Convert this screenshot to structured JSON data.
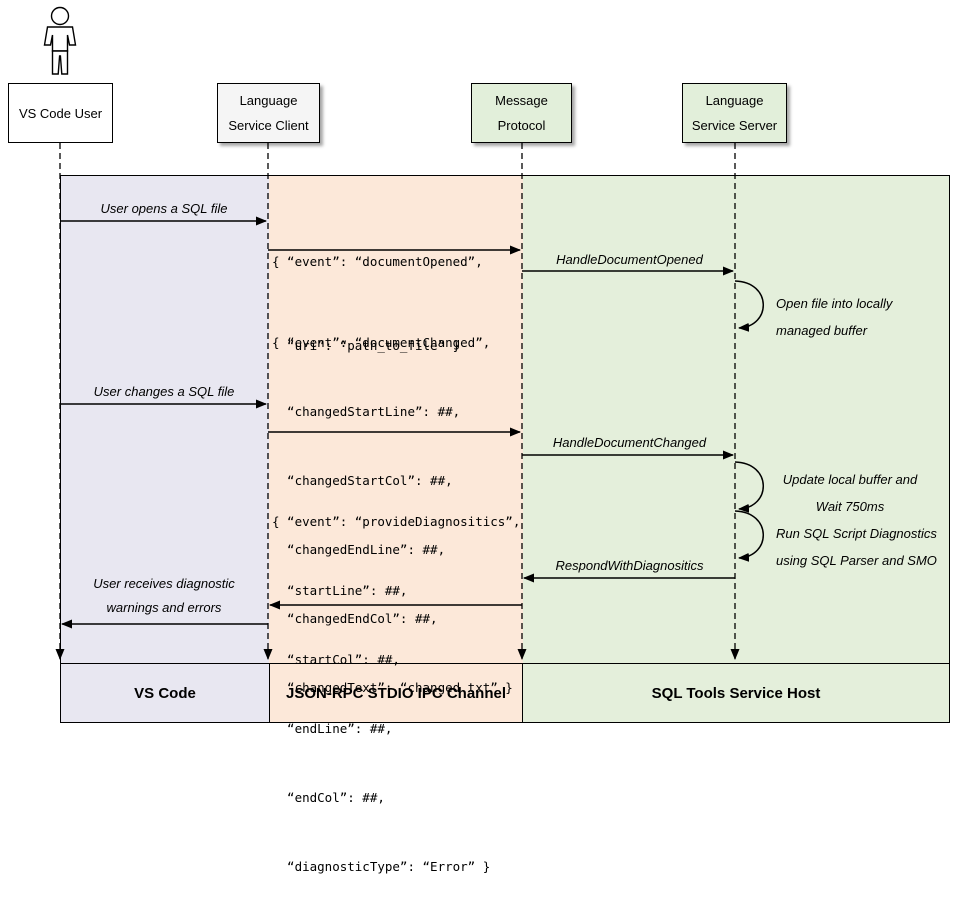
{
  "participants": [
    {
      "lines": [
        "VS Code User"
      ]
    },
    {
      "lines": [
        "Language",
        "Service Client"
      ]
    },
    {
      "lines": [
        "Message",
        "Protocol"
      ]
    },
    {
      "lines": [
        "Language",
        "Service Server"
      ]
    }
  ],
  "lanes": [
    {
      "label": "VS Code"
    },
    {
      "label": "JSON-RPC STDIO IPC Channel"
    },
    {
      "label": "SQL Tools Service Host"
    }
  ],
  "messages": {
    "user_opens": "User opens a SQL file",
    "handle_document_opened": "HandleDocumentOpened",
    "user_changes": "User changes a SQL file",
    "handle_document_changed": "HandleDocumentChanged",
    "respond_with_diagnostics": "RespondWithDiagnositics",
    "user_receives": [
      "User receives diagnostic",
      "warnings and errors"
    ]
  },
  "notes": {
    "open_buffer": [
      "Open file into locally",
      "managed buffer"
    ],
    "update_buffer": [
      "Update local buffer and",
      "Wait 750ms"
    ],
    "run_diagnostics": [
      "Run SQL Script Diagnostics",
      "using SQL Parser and SMO"
    ]
  },
  "payloads": {
    "document_opened": [
      "{ “event”: “documentOpened”,",
      "  “uri”: “path_to_file” }"
    ],
    "document_changed": [
      "{ “event”: “documentChanged”,",
      "  “changedStartLine”: ##,",
      "  “changedStartCol”: ##,",
      "  “changedEndLine”: ##,",
      "  “changedEndCol”: ##,",
      "  “changedText”: “changed txt” }"
    ],
    "provide_diagnostics": [
      "{ “event”: “provideDiagnositics”,",
      "  “startLine”: ##,",
      "  “startCol”: ##,",
      "  “endLine”: ##,",
      "  “endCol”: ##,",
      "  “diagnosticType”: “Error” }"
    ]
  },
  "colors": {
    "vscode_region": "#e8e7f1",
    "ipc_region": "#fce8d9",
    "host_region": "#e4efdb",
    "participant_green": "#e2efda"
  }
}
